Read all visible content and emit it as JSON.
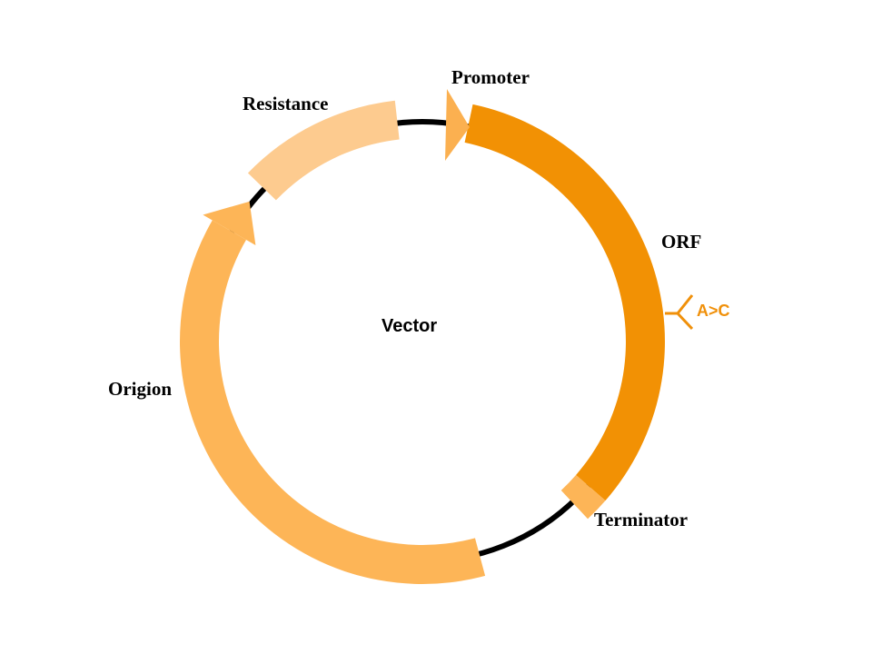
{
  "title": "Vector",
  "features": [
    {
      "name": "Resistance",
      "color": "#fdcb8f"
    },
    {
      "name": "Promoter",
      "color": "#fbb050"
    },
    {
      "name": "ORF",
      "color": "#f29104"
    },
    {
      "name": "Terminator",
      "color": "#fdb557"
    },
    {
      "name": "Origion",
      "color": "#fdb557"
    }
  ],
  "mutation": {
    "label": "A>C",
    "color": "#f0900a"
  },
  "backbone_color": "#000000"
}
